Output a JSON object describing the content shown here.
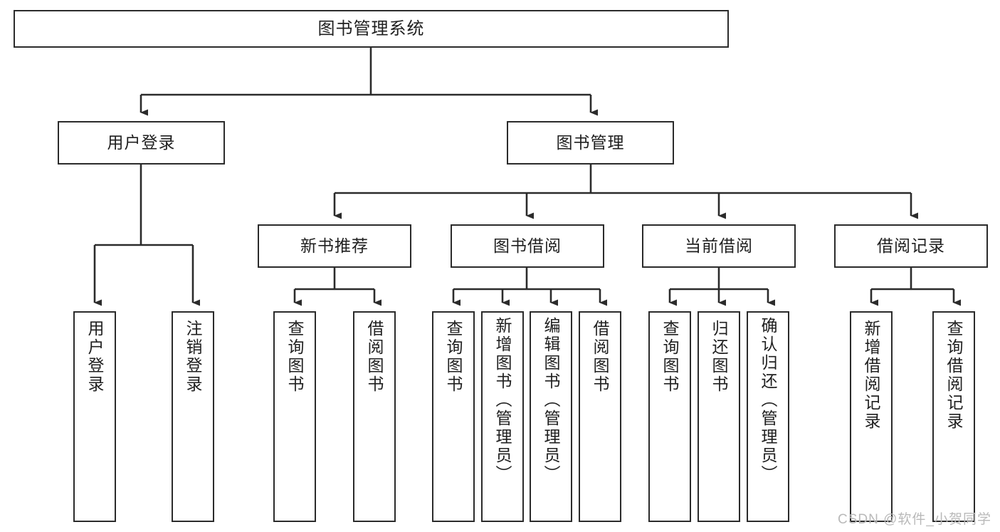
{
  "diagram": {
    "title": "图书管理系统",
    "type": "tree-hierarchy-chart",
    "stroke_color": "#2b2b2b",
    "fill_color": "#ffffff",
    "text_color": "#1f1f1f"
  },
  "root": {
    "label": "图书管理系统"
  },
  "level2": [
    {
      "label": "用户登录"
    },
    {
      "label": "图书管理"
    }
  ],
  "level3": [
    {
      "label": "新书推荐"
    },
    {
      "label": "图书借阅"
    },
    {
      "label": "当前借阅"
    },
    {
      "label": "借阅记录"
    }
  ],
  "leaves": {
    "user_login": [
      {
        "label": "用户登录"
      },
      {
        "label": "注销登录"
      }
    ],
    "new_book_recommend": [
      {
        "label": "查询图书"
      },
      {
        "label": "借阅图书"
      }
    ],
    "book_borrow": [
      {
        "label": "查询图书"
      },
      {
        "label": "新增图书（管理员）"
      },
      {
        "label": "编辑图书（管理员）"
      },
      {
        "label": "借阅图书"
      }
    ],
    "current_borrow": [
      {
        "label": "查询图书"
      },
      {
        "label": "归还图书"
      },
      {
        "label": "确认归还（管理员）"
      }
    ],
    "borrow_record": [
      {
        "label": "新增借阅记录"
      },
      {
        "label": "查询借阅记录"
      }
    ]
  },
  "watermark": {
    "text": "CSDN @软件_小贺同学"
  }
}
